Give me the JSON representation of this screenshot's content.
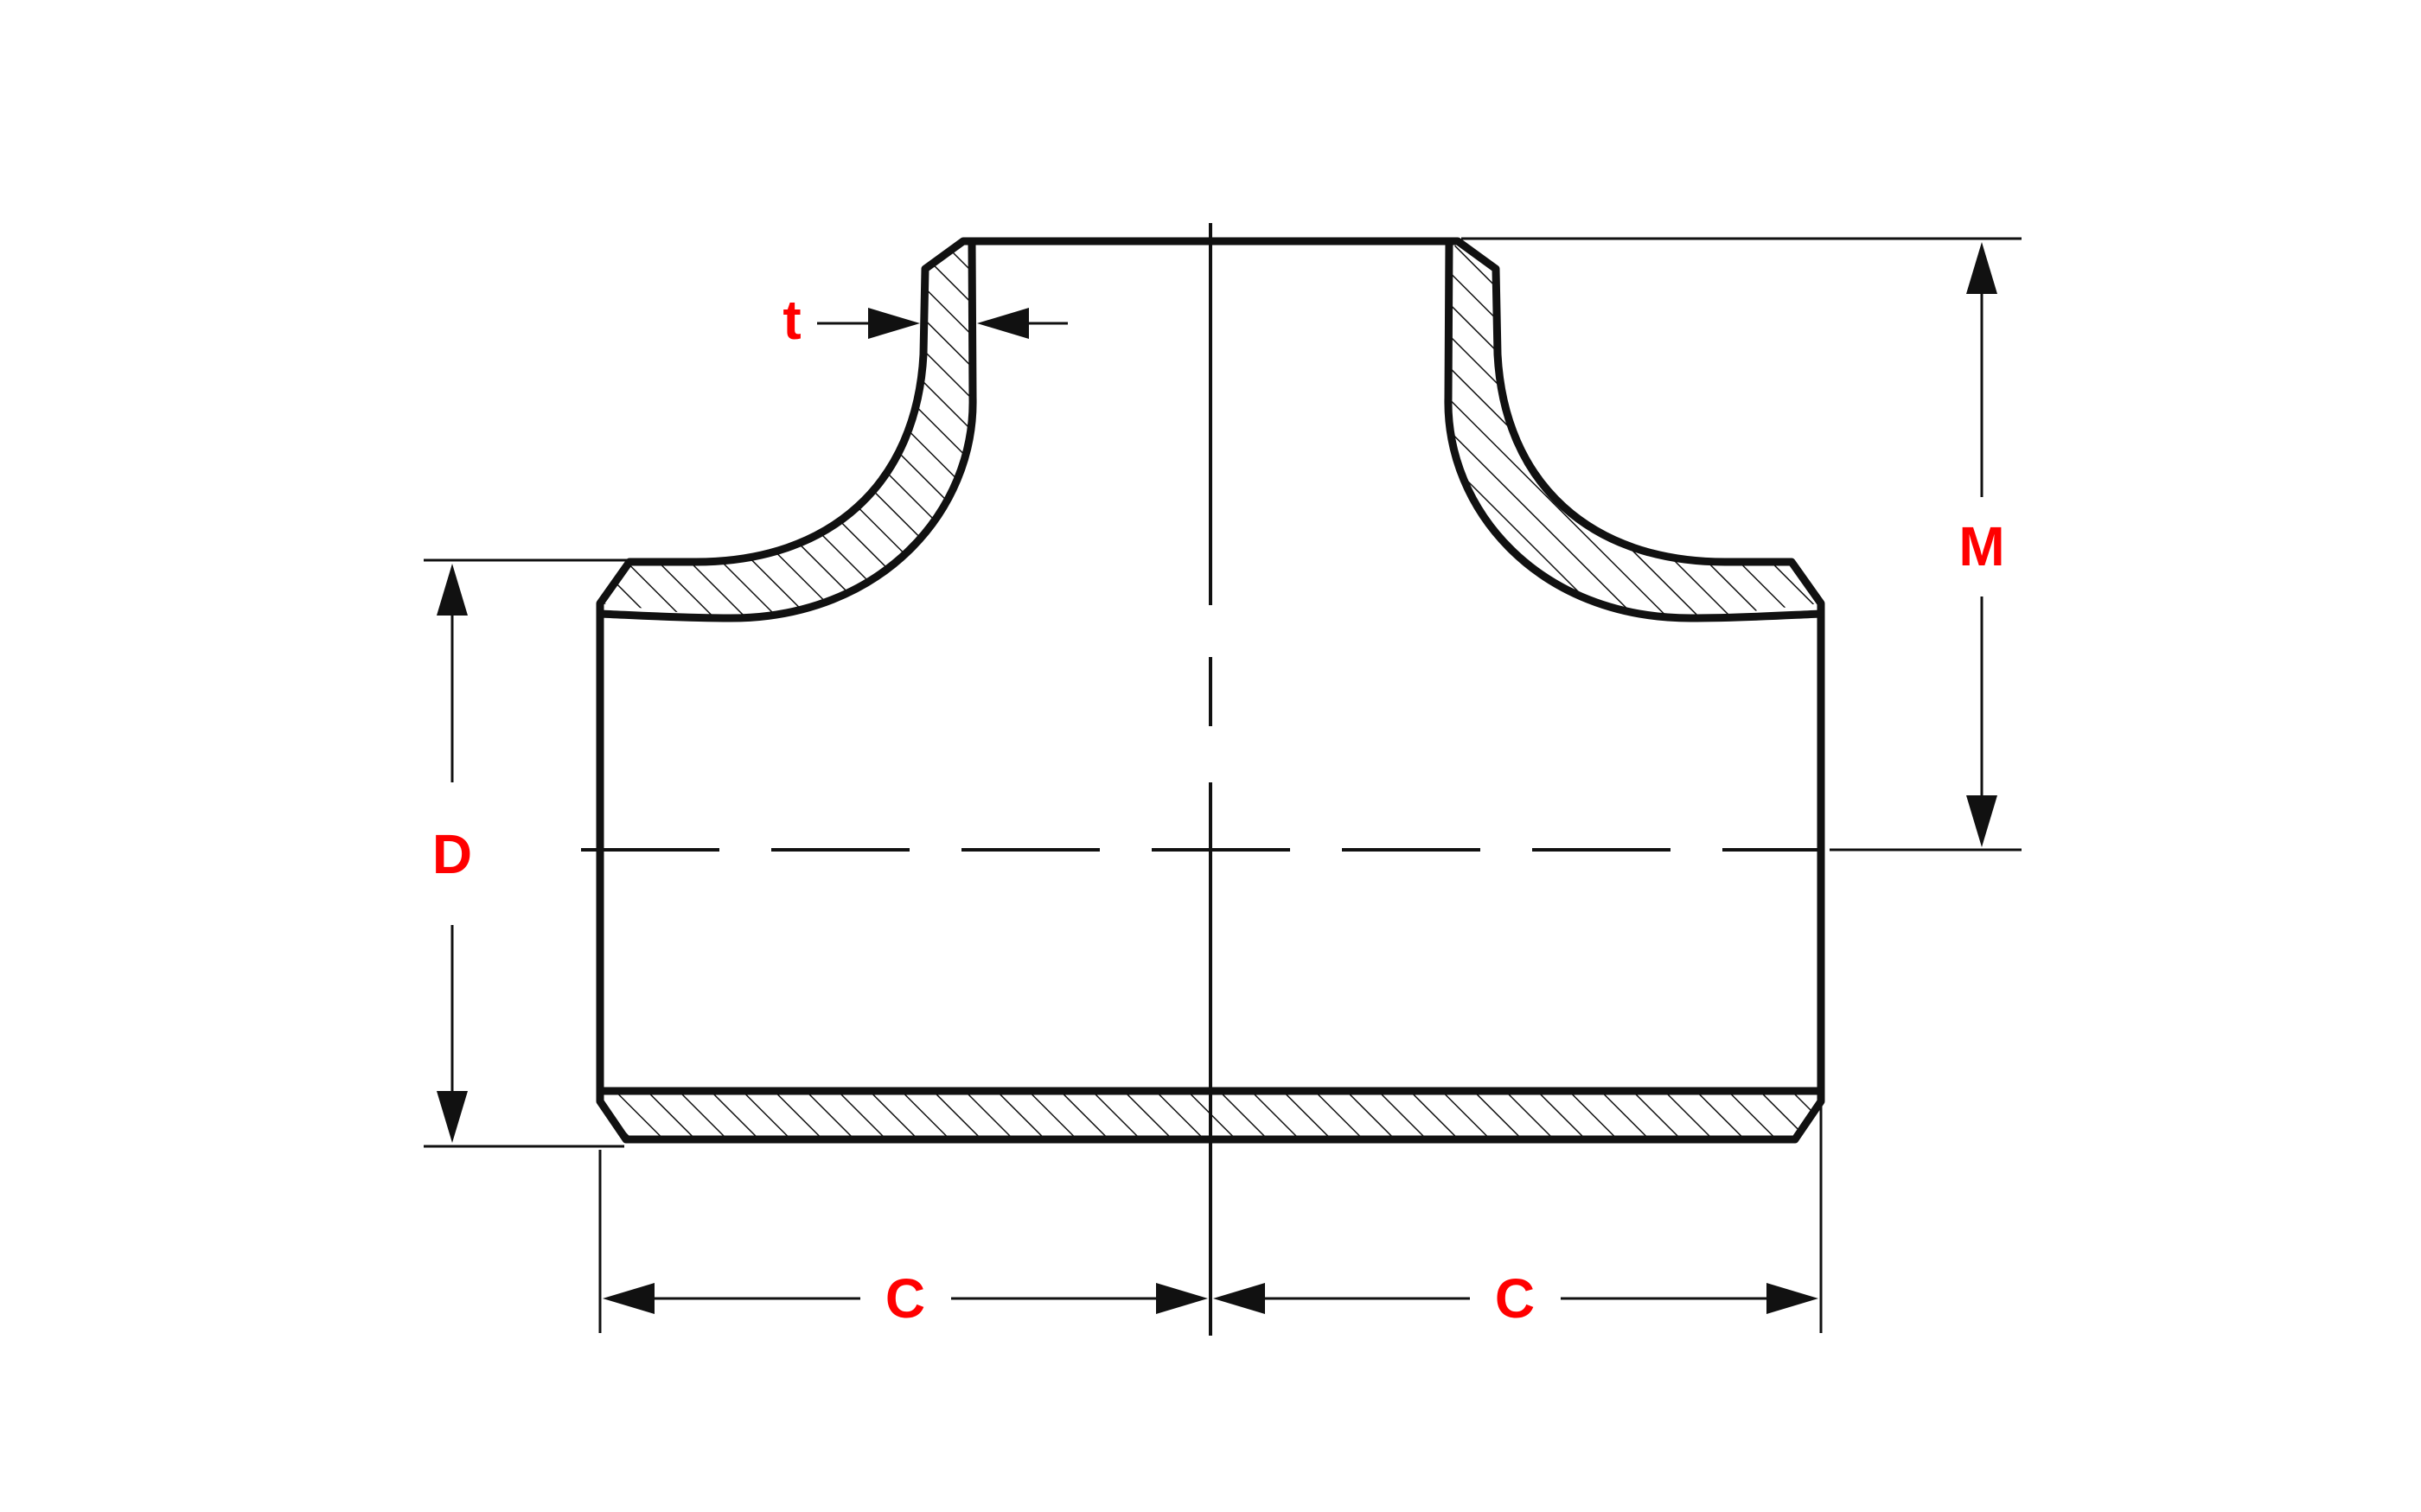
{
  "diagram": {
    "labels": {
      "thickness": "t",
      "outside_diameter": "D",
      "center_to_end_branch": "M",
      "center_to_end_run_left": "C",
      "center_to_end_run_right": "C"
    },
    "colors": {
      "label": "#ff0000",
      "line": "#111111",
      "background": "#ffffff"
    }
  }
}
